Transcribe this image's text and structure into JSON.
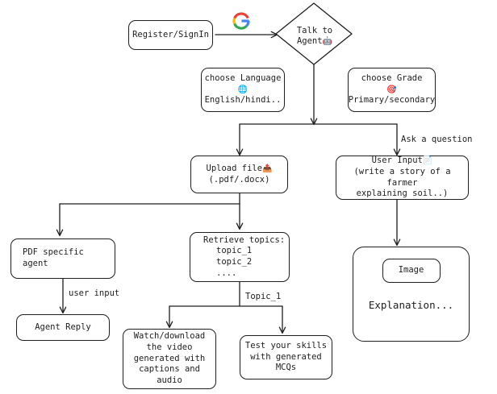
{
  "nodes": {
    "register": "Register/SignIn",
    "talk_line1": "Talk to",
    "talk_line2": "Agent",
    "lang_title": "choose Language",
    "lang_value": "English/hindi..",
    "grade_title": "choose Grade",
    "grade_value": "Primary/secondary",
    "upload_line1": "Upload file",
    "upload_line2": "(.pdf/.docx)",
    "userinput_line1": "User Input",
    "userinput_line2": "(write a story of a farmer",
    "userinput_line3": "explaining soil..)",
    "pdf_line1": "PDF specific",
    "pdf_line2": "agent",
    "retrieve_line1": "Retrieve topics:",
    "retrieve_line2": "topic_1",
    "retrieve_line3": "topic_2",
    "retrieve_line4": "....",
    "agent_reply": "Agent Reply",
    "watch_line1": "Watch/download",
    "watch_line2": "the video",
    "watch_line3": "generated with",
    "watch_line4": "captions and",
    "watch_line5": "audio",
    "test_line1": "Test your skills",
    "test_line2": "with generated",
    "test_line3": "MCQs",
    "image": "Image",
    "explanation": "Explanation..."
  },
  "edge_labels": {
    "ask": "Ask a question",
    "user_input": "user input",
    "topic": "Topic_1"
  },
  "icons": {
    "google": "google-logo",
    "robot": "robot-icon",
    "globe": "globe-icon",
    "target": "target-icon",
    "upload": "upload-tray-icon",
    "page": "page-icon"
  },
  "colors": {
    "stroke": "#1e1e1e",
    "google_blue": "#4285F4",
    "google_red": "#EA4335",
    "google_yellow": "#FBBC05",
    "google_green": "#34A853"
  }
}
